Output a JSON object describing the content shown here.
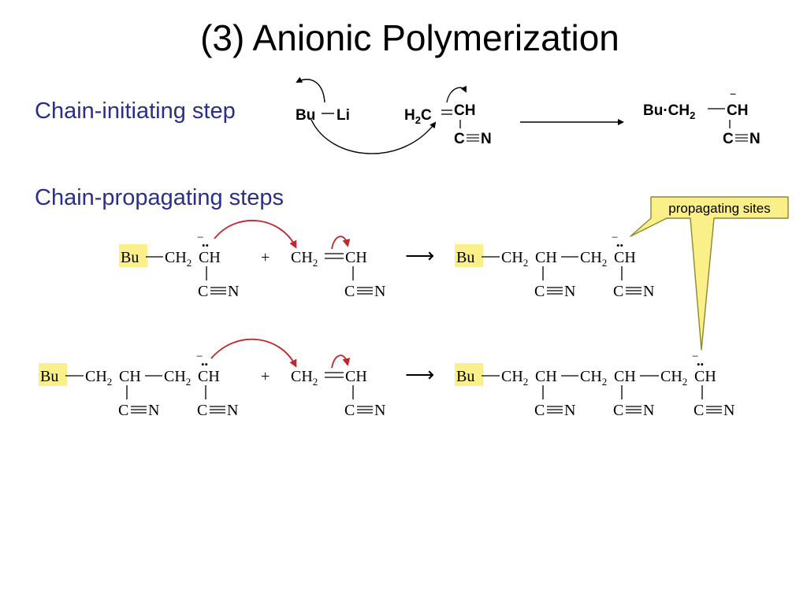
{
  "title": "(3) Anionic Polymerization",
  "labels": {
    "initiating": "Chain-initiating step",
    "propagating": "Chain-propagating steps"
  },
  "callout": "propagating sites",
  "colors": {
    "heading": "#2a2f8a",
    "highlight": "#fbef8a",
    "curly_arrow": "#c0262b",
    "callout_fill": "#fbef8a",
    "callout_stroke": "#8a8a2a"
  },
  "initiation": {
    "reagent_bu": "Bu",
    "reagent_li": "Li",
    "monomer_h": "H",
    "monomer_sub2": "2",
    "monomer_c": "C",
    "monomer_ch": "CH",
    "monomer_c2": "C",
    "monomer_n": "N",
    "product_bu": "Bu",
    "product_dot": "·",
    "product_ch": "CH",
    "product_sub2": "2",
    "product_ch2": "CH",
    "product_c": "C",
    "product_n": "N",
    "charge": "−"
  },
  "chem": {
    "bu": "Bu",
    "ch2": "CH",
    "sub2": "2",
    "ch": "CH",
    "c": "C",
    "n": "N",
    "plus": "+",
    "arrow": "⟶",
    "charge": "−",
    "lone_pair": "••"
  }
}
